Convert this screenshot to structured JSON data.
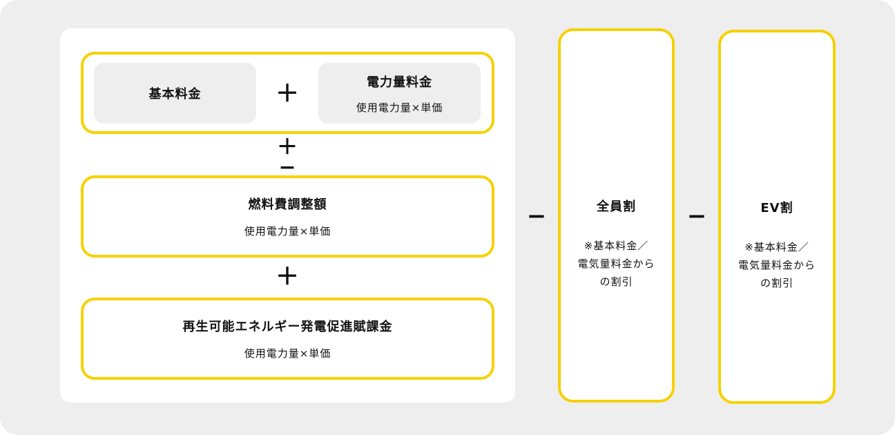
{
  "main_formula": {
    "base_fee": "基本料金",
    "energy_fee": {
      "title": "電力量料金",
      "formula": "使用電力量×単価"
    },
    "fuel_adjustment": {
      "title": "燃料費調整額",
      "formula": "使用電力量×単価"
    },
    "renewable_levy": {
      "title": "再生可能エネルギー発電促進賦課金",
      "formula": "使用電力量×単価"
    }
  },
  "operators": {
    "plus": "＋",
    "plus_minus_top": "＋",
    "plus_minus_bottom": "−",
    "minus": "−"
  },
  "discounts": [
    {
      "title": "全員割",
      "note_lines": [
        "※基本料金／",
        "電気量料金から",
        "の割引"
      ]
    },
    {
      "title": "EV割",
      "note_lines": [
        "※基本料金／",
        "電気量料金から",
        "の割引"
      ]
    }
  ],
  "colors": {
    "accent": "#f6d100",
    "background": "#eeeeee",
    "panel": "#ffffff",
    "box_fill": "#eeeeee"
  }
}
